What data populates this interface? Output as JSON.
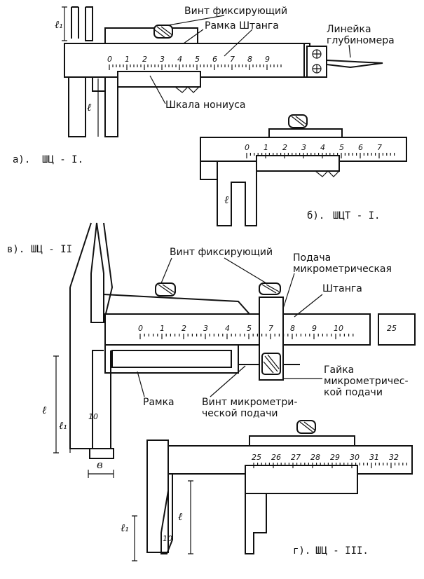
{
  "variant_a": {
    "caption_prefix": "а).",
    "caption_model": "ШЦ - I.",
    "label_screw": "Винт фиксирующий",
    "label_frame_bar": "Рамка Штанга",
    "label_depth_line1": "Линейка",
    "label_depth_line2": "глубиномера",
    "label_vernier": "Шкала нониуса",
    "scale": [
      "0",
      "1",
      "2",
      "3",
      "4",
      "5",
      "6",
      "7",
      "8",
      "9"
    ],
    "dim_l1": "ℓ₁",
    "dim_l": "ℓ"
  },
  "variant_b": {
    "caption_prefix": "б).",
    "caption_model": "ШЦТ - I.",
    "scale": [
      "0",
      "1",
      "2",
      "3",
      "4",
      "5",
      "6",
      "7"
    ],
    "dim_l": "ℓ"
  },
  "variant_v": {
    "caption_prefix": "в).",
    "caption_model": "ШЦ - II",
    "label_screw": "Винт фиксирующий",
    "label_feed_line1": "Подача",
    "label_feed_line2": "микрометрическая",
    "label_bar": "Штанга",
    "label_nut_line1": "Гайка",
    "label_nut_line2": "микрометричес-",
    "label_nut_line3": "кой подачи",
    "label_feed_screw_line1": "Винт микрометри-",
    "label_feed_screw_line2": "ческой подачи",
    "label_frame": "Рамка",
    "scale": [
      "0",
      "1",
      "2",
      "3",
      "4",
      "5",
      "7",
      "8",
      "9",
      "10"
    ],
    "scale_end": "25",
    "jaw_mark": "10",
    "dim_l": "ℓ",
    "dim_l1": "ℓ₁",
    "dim_b": "в"
  },
  "variant_g": {
    "caption_prefix": "г).",
    "caption_model": "ШЦ - III.",
    "scale": [
      "25",
      "26",
      "27",
      "28",
      "29",
      "30",
      "31",
      "32"
    ],
    "jaw_mark": "10",
    "dim_l": "ℓ",
    "dim_l1": "ℓ₁"
  }
}
